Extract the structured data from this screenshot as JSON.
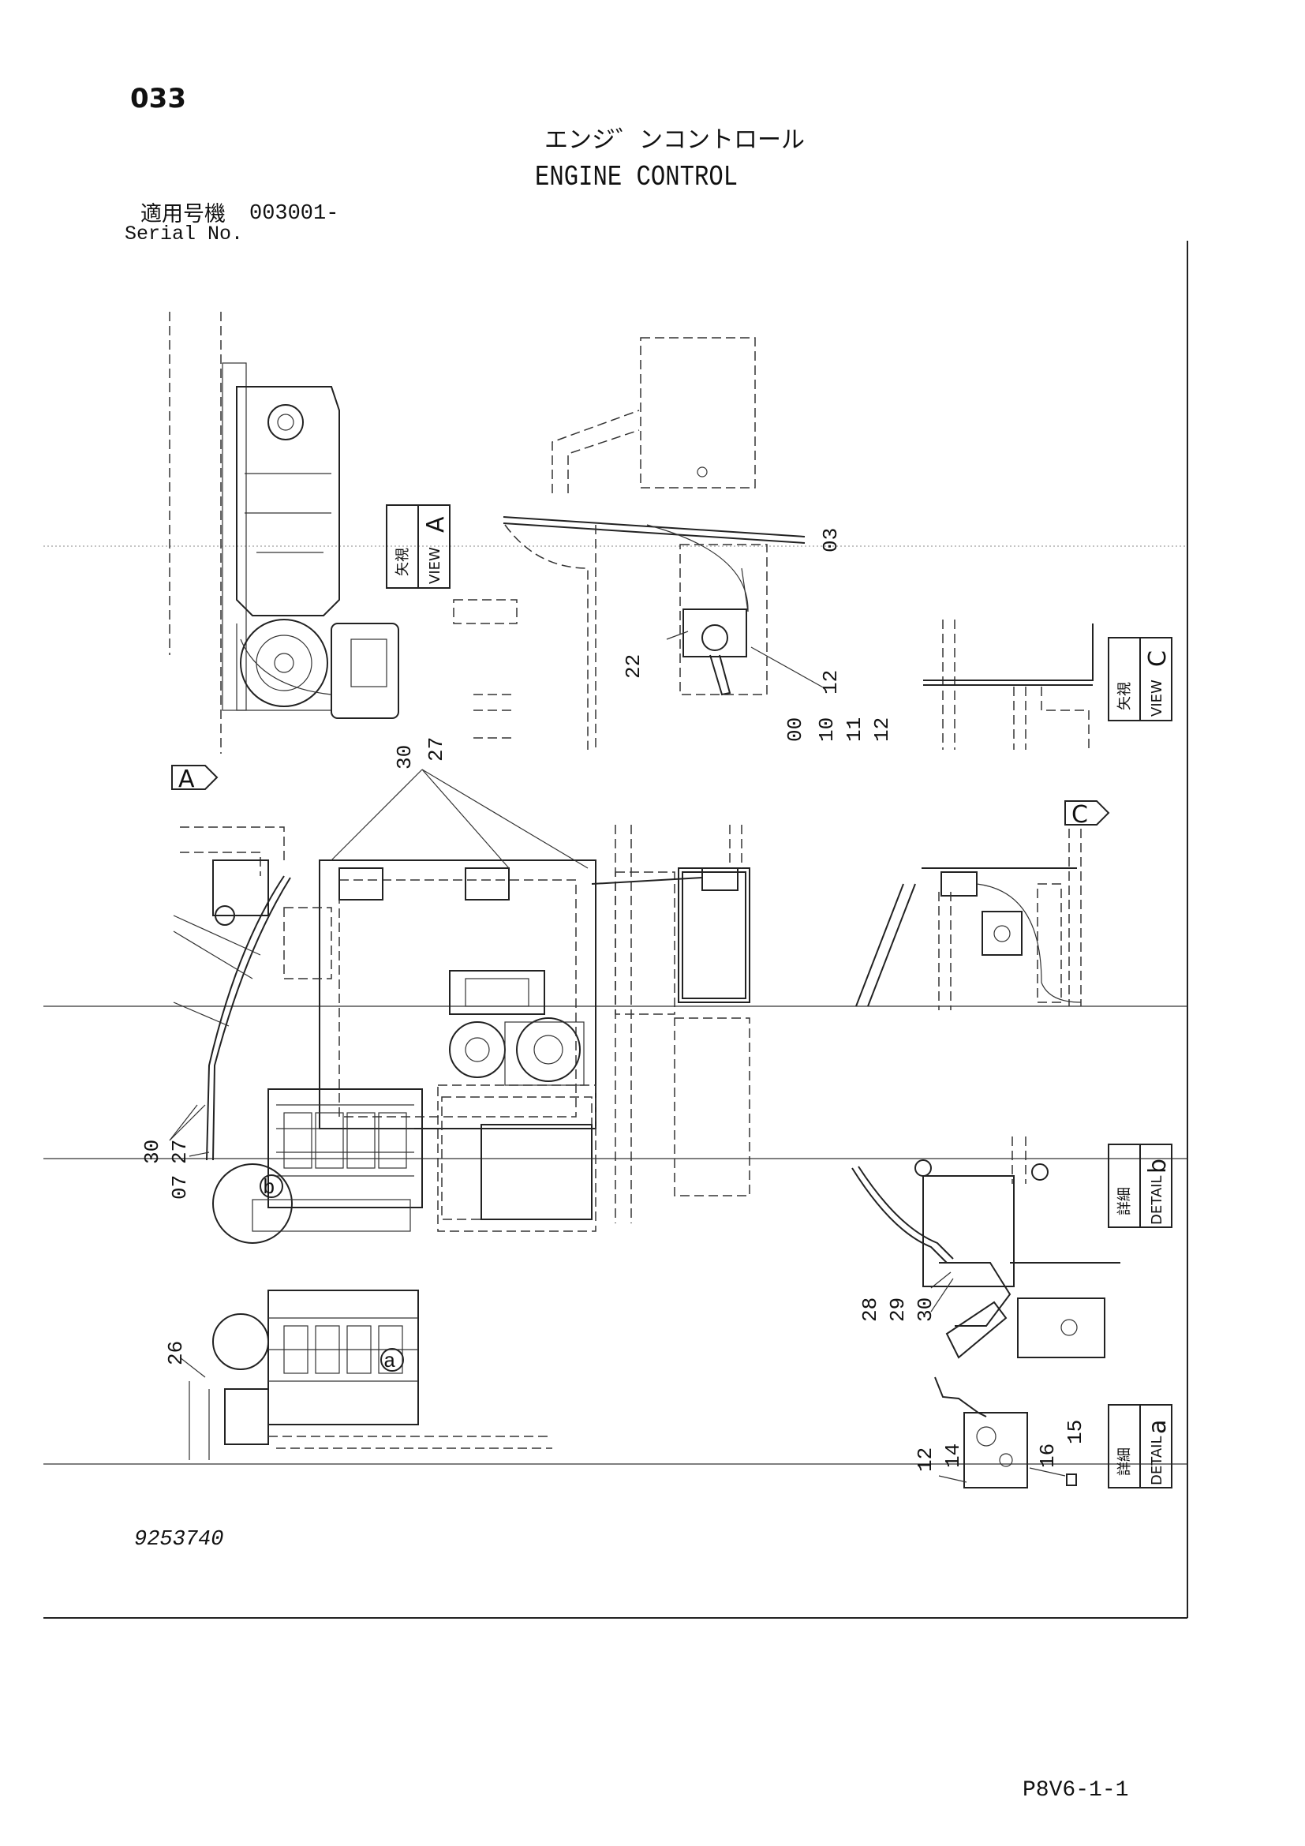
{
  "page_number": "033",
  "title_jp": "エンジ゛ンコントロール",
  "title_en": "ENGINE CONTROL",
  "serial": {
    "label_jp": "適用号機",
    "value": "003001-",
    "label_en": "Serial No."
  },
  "drawing_number": "9253740",
  "sheet_code": "P8V6-1-1",
  "view_boxes": [
    {
      "jp": "矢視",
      "en": "VIEW",
      "letter": "A"
    },
    {
      "jp": "矢視",
      "en": "VIEW",
      "letter": "C"
    },
    {
      "jp": "詳細",
      "en": "DETAIL",
      "letter": "b"
    },
    {
      "jp": "詳細",
      "en": "DETAIL",
      "letter": "a"
    }
  ],
  "markers": {
    "A": "A",
    "C": "C",
    "a": "a",
    "b": "b"
  },
  "part_labels": {
    "p03": "03",
    "p22": "22",
    "p00": "00",
    "p10": "10",
    "p11": "11",
    "p12a": "12",
    "p12b": "12",
    "p30a": "30",
    "p27a": "27",
    "p30b": "30",
    "p27b": "27",
    "p07": "07",
    "p26": "26",
    "p28": "28",
    "p29": "29",
    "p30c": "30",
    "p12c": "12",
    "p14": "14",
    "p16": "16",
    "p15": "15"
  }
}
